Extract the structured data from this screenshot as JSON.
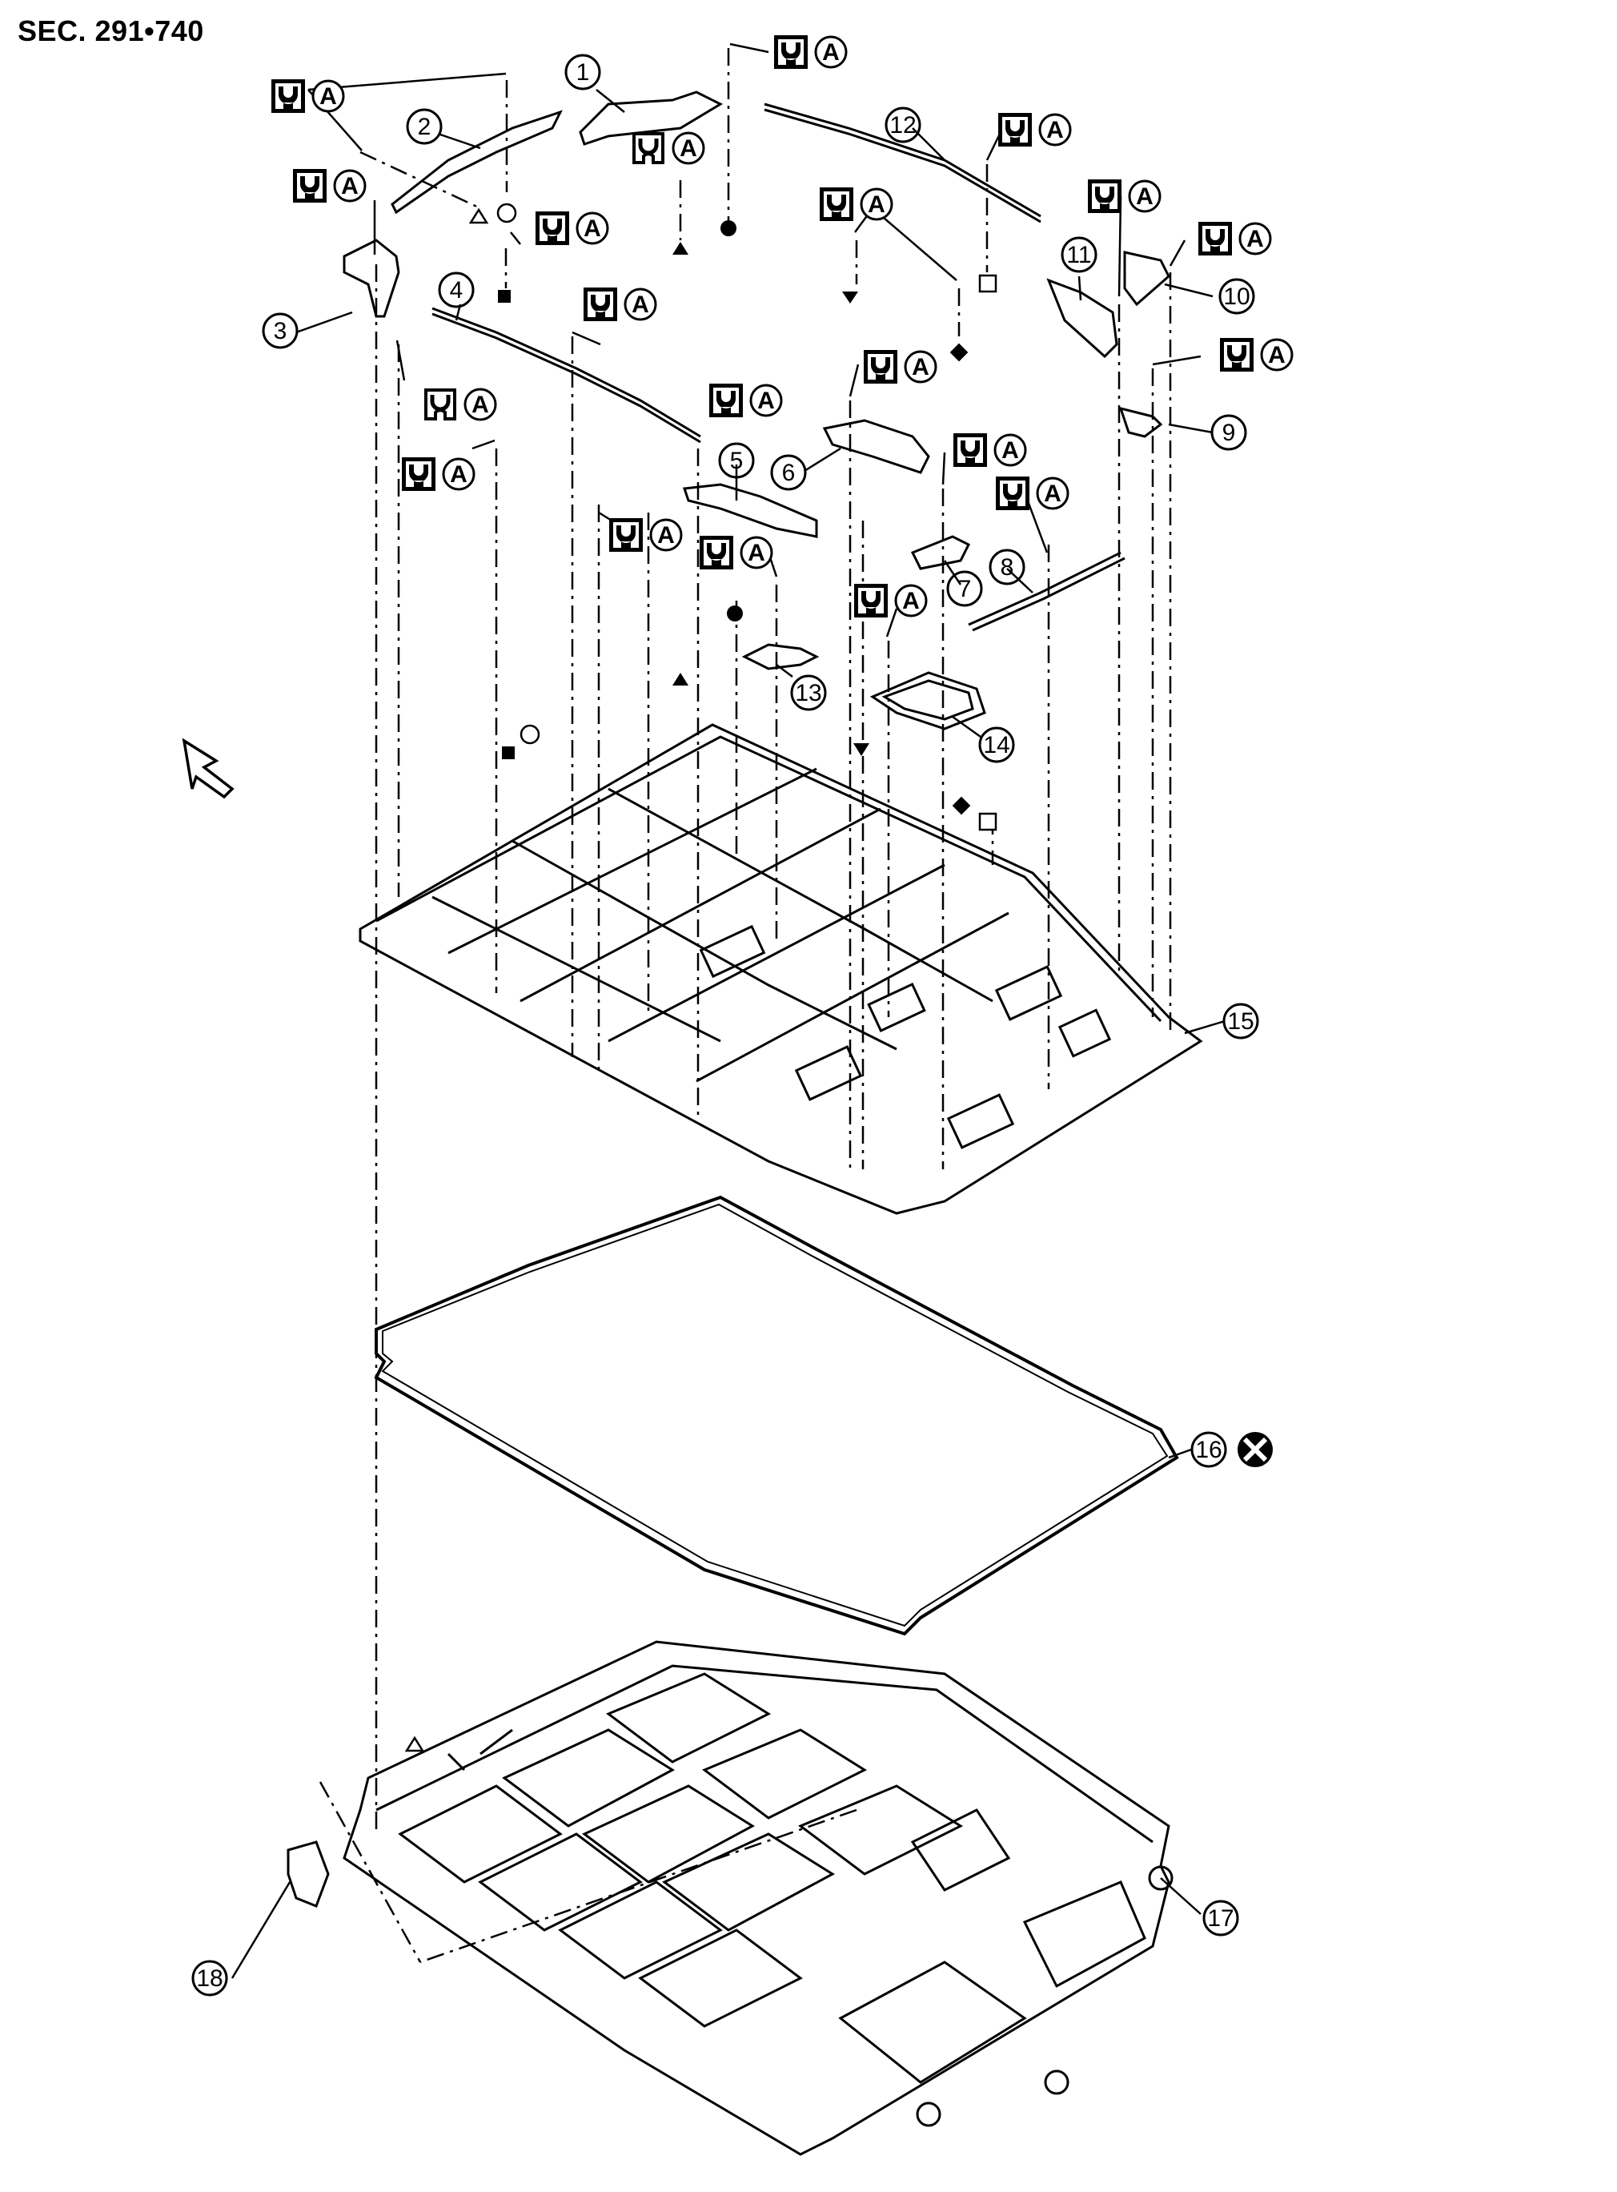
{
  "section_title": "SEC. 291•740",
  "torque_symbol_letter": "A",
  "callouts": [
    {
      "number": "1"
    },
    {
      "number": "2"
    },
    {
      "number": "3"
    },
    {
      "number": "4"
    },
    {
      "number": "5"
    },
    {
      "number": "6"
    },
    {
      "number": "7"
    },
    {
      "number": "8"
    },
    {
      "number": "9"
    },
    {
      "number": "10"
    },
    {
      "number": "11"
    },
    {
      "number": "12"
    },
    {
      "number": "13"
    },
    {
      "number": "14"
    },
    {
      "number": "15"
    },
    {
      "number": "16"
    },
    {
      "number": "17"
    },
    {
      "number": "18"
    }
  ],
  "icons": {
    "front_arrow": "front-direction-arrow-icon",
    "torque": "tighten-torque-icon",
    "replace": "do-not-reuse-icon"
  },
  "colors": {
    "line": "#000000",
    "background": "#ffffff"
  }
}
